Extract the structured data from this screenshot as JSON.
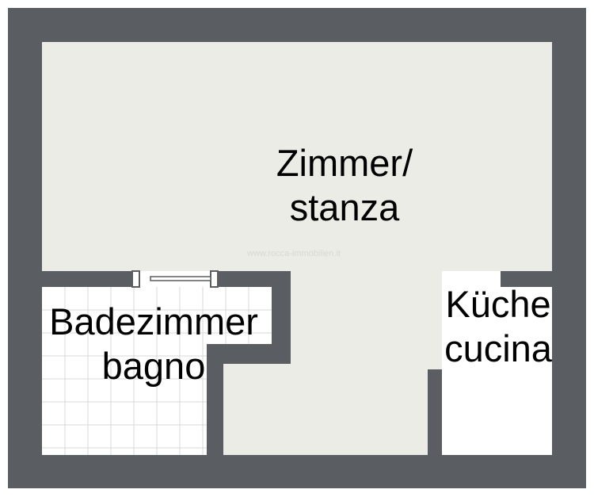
{
  "rooms": {
    "zimmer": {
      "line1": "Zimmer/",
      "line2": "stanza"
    },
    "bad": {
      "line1": "Badezimmer",
      "line2": "bagno"
    },
    "kueche": {
      "line1": "Küche",
      "line2": "cucina"
    }
  },
  "watermark": {
    "text": "www.rocca-immobilien.it"
  },
  "colors": {
    "wall": "#5a5d62",
    "main_room_floor": "#ebece5",
    "tile_floor": "#ffffff",
    "tile_grid": "#d8d8d8",
    "kitchen_floor": "#ffffff"
  }
}
